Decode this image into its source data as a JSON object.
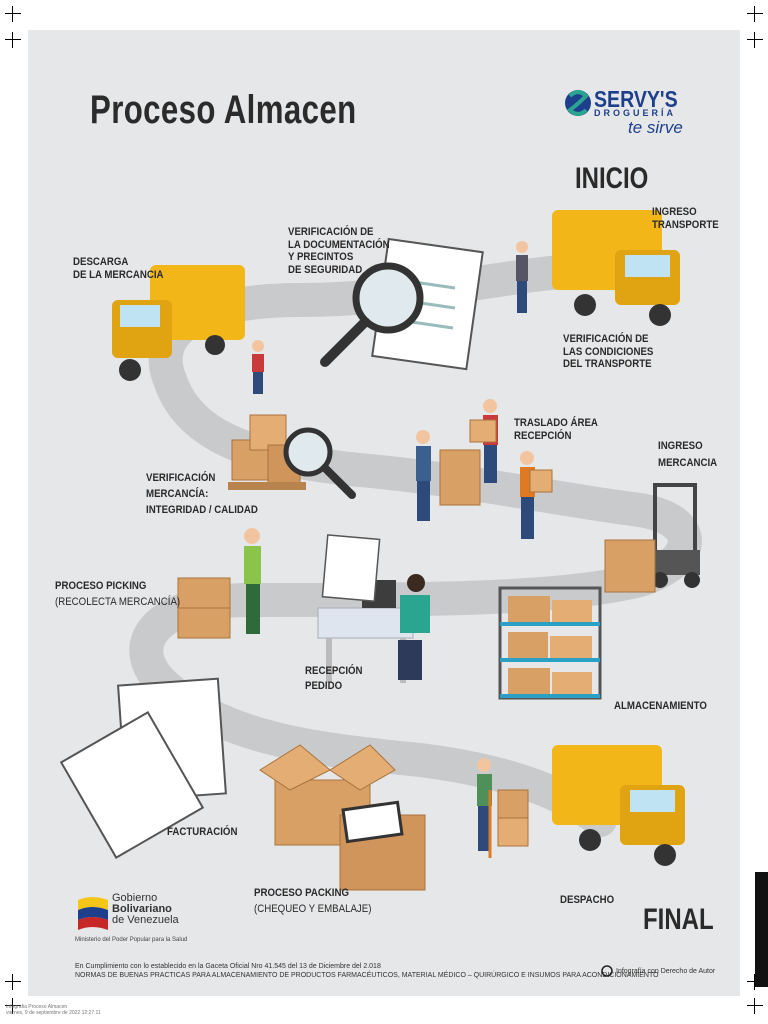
{
  "title": "Proceso Almacen",
  "logo": {
    "brand": "SERVY'S",
    "subtitle": "DROGUERÍA",
    "tagline": "te sirve"
  },
  "markers": {
    "start": "INICIO",
    "end": "FINAL"
  },
  "steps": {
    "ingreso_transporte": "INGRESO TRANSPORTE",
    "verificacion_condiciones": [
      "VERIFICACIÓN DE",
      "LAS CONDICIONES",
      "DEL TRANSPORTE"
    ],
    "verificacion_documentacion": [
      "VERIFICACIÓN DE",
      "LA DOCUMENTACIÓN",
      "Y PRECINTOS",
      "DE SEGURIDAD"
    ],
    "descarga": [
      "DESCARGA",
      "DE LA MERCANCIA"
    ],
    "traslado": [
      "TRASLADO ÁREA",
      "RECEPCIÓN"
    ],
    "ingreso_mercancia": [
      "INGRESO",
      "MERCANCIA"
    ],
    "verificacion_mercancia": [
      "VERIFICACIÓN",
      "MERCANCÍA:",
      "INTEGRIDAD / CALIDAD"
    ],
    "picking": {
      "title": "PROCESO PICKING",
      "detail": "(RECOLECTA MERCANCÍA)"
    },
    "recepcion_pedido": [
      "RECEPCIÓN",
      "PEDIDO"
    ],
    "almacenamiento": "ALMACENAMIENTO",
    "facturacion": "FACTURACIÓN",
    "packing": {
      "title": "PROCESO PACKING",
      "detail": "(CHEQUEO Y EMBALAJE)"
    },
    "despacho": "DESPACHO"
  },
  "government": {
    "line1": "Gobierno",
    "line2": "Bolivariano",
    "line3": "de Venezuela",
    "ministry": "Ministerio del Poder Popular para la Salud"
  },
  "footer": {
    "line1": "En Cumplimiento con lo establecido en la Gaceta Oficial Nro 41.545 del 13 de Diciembre del 2.018",
    "line2": "NORMAS DE BUENAS PRACTICAS PARA ALMACENAMIENTO DE PRODUCTOS FARMACÉUTICOS, MATERIAL MÉDICO – QUIRÚRGICO E INSUMOS PARA ACONDICIONAMIENTO",
    "copyright": "Infografía con Derecho de Autor"
  },
  "file_info": [
    "Infografia Proceso Almacen",
    "viernes, 9 de septiembre de 2022 12:27:11"
  ],
  "colors": {
    "road": "#c9cacc",
    "van": "#f2b619",
    "box": "#d9a066",
    "brand": "#1e3f8c",
    "accent": "#2aa58f"
  }
}
